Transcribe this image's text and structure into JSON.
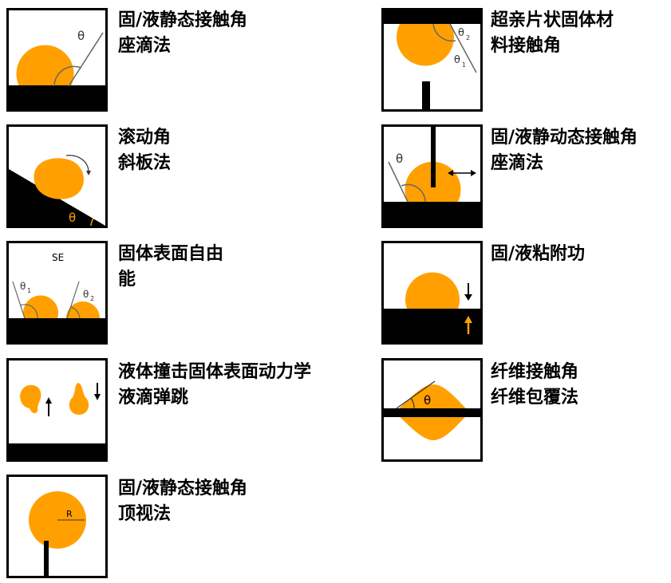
{
  "colors": {
    "droplet": "#FFA000",
    "solid": "#000000",
    "frame": "#000000",
    "accent": "#FFA000"
  },
  "items": [
    {
      "id": "sessile-static",
      "lines": [
        "固/液静态接触角",
        "座滴法"
      ],
      "marks": [
        "θ"
      ]
    },
    {
      "id": "superhydrophilic",
      "lines": [
        "超亲片状固体材",
        "料接触角"
      ],
      "marks": [
        "θ",
        "2",
        "θ",
        "1"
      ]
    },
    {
      "id": "sliding",
      "lines": [
        "滚动角",
        "斜板法"
      ],
      "marks": [
        "θ"
      ]
    },
    {
      "id": "sessile-dynamic",
      "lines": [
        "固/液静动态接触角",
        "座滴法"
      ],
      "marks": [
        "θ"
      ]
    },
    {
      "id": "surface-energy",
      "lines": [
        "固体表面自由",
        "能"
      ],
      "marks": [
        "SE",
        "θ",
        "1",
        "θ",
        "2"
      ]
    },
    {
      "id": "adhesion",
      "lines": [
        "固/液粘附功"
      ],
      "marks": []
    },
    {
      "id": "impact",
      "lines": [
        "液体撞击固体表面动力学",
        "液滴弹跳"
      ],
      "marks": []
    },
    {
      "id": "fiber",
      "lines": [
        "纤维接触角",
        "纤维包覆法"
      ],
      "marks": [
        "θ"
      ]
    },
    {
      "id": "top-view",
      "lines": [
        "固/液静态接触角",
        "顶视法"
      ],
      "marks": [
        "R"
      ]
    }
  ]
}
